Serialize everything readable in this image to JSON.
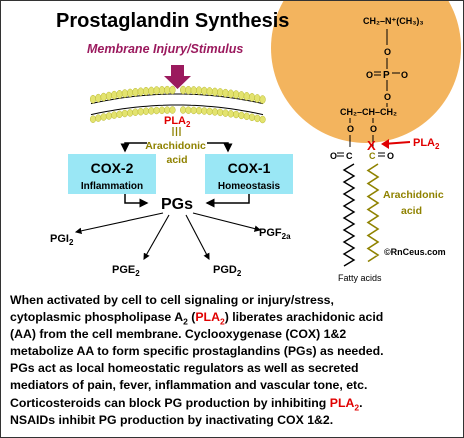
{
  "title": "Prostaglandin Synthesis",
  "stimulus_label": "Membrane Injury/Stimulus",
  "pla2_left": {
    "base": "PLA",
    "sub": "2"
  },
  "aa_label": [
    "Arachidonic",
    "acid"
  ],
  "cox2": {
    "name": "COX-2",
    "role": "Inflammation"
  },
  "cox1": {
    "name": "COX-1",
    "role": "Homeostasis"
  },
  "pgs_label": "PGs",
  "prostaglandins": [
    {
      "id": "pgi2",
      "base": "PGI",
      "sub": "2"
    },
    {
      "id": "pge2",
      "base": "PGE",
      "sub": "2"
    },
    {
      "id": "pgd2",
      "base": "PGD",
      "sub": "2"
    },
    {
      "id": "pgf2a",
      "base": "PGF",
      "sub": "2a"
    }
  ],
  "molecule": {
    "choline": "CH₂–N⁺(CH₃)₃",
    "p": "P",
    "o": "O",
    "backbone": "CH₂–CH–CH₂",
    "c": "C",
    "x_mark": "X",
    "pla2": {
      "base": "PLA",
      "sub": "2"
    },
    "chain_label": [
      "Arachidonic",
      "acid"
    ],
    "fatty_acids": "Fatty acids"
  },
  "copyright": "©RnCeus.com",
  "caption": {
    "line1": "When activated by cell to cell signaling or injury/stress,",
    "line2_a": "cytoplasmic phospholipase A",
    "line2_sub": "2",
    "line2_b": " (",
    "line2_red": "PLA",
    "line2_red_sub": "2",
    "line2_c": ") liberates arachidonic acid",
    "line3": "(AA) from the cell membrane.  Cyclooxygenase (COX) 1&2",
    "line4": "metabolize AA to form specific prostaglandins (PGs) as needed.",
    "line5": "PGs act as local homeostatic regulators as well as secreted",
    "line6": "mediators of pain, fever, inflammation and vascular tone, etc.",
    "line7_a": "Corticosteroids can block PG production by inhibiting ",
    "line7_red": "PLA",
    "line7_red_sub": "2",
    "line7_b": ".",
    "line8": "NSAIDs inhibit PG production by inactivating COX 1&2."
  },
  "colors": {
    "membrane_yellow": "#e3e36f",
    "arrow_purple": "#9b1a5e",
    "box_cyan": "#9ae7f5",
    "label_olive": "#8f8200",
    "sphere_orange": "#f3b45e",
    "pla_red": "#e00000"
  }
}
